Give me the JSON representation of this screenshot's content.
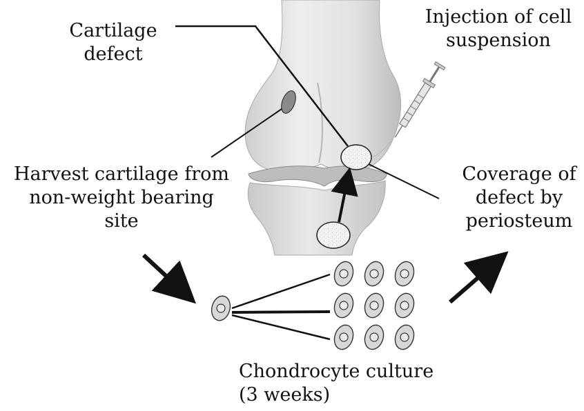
{
  "labels": {
    "cartilage_defect": [
      "Cartilage",
      "defect"
    ],
    "injection": [
      "Injection of cell",
      "suspension"
    ],
    "harvest": [
      "Harvest cartilage from",
      "non-weight bearing",
      "site"
    ],
    "coverage": [
      "Coverage of",
      "defect by",
      "periosteum"
    ],
    "culture": [
      "Chondrocyte culture",
      "(3 weeks)"
    ]
  },
  "colors": {
    "line": "#111111",
    "cell_fill": "#d8d8d8",
    "cell_stroke": "#333333",
    "bone_light": "#efefef",
    "bone_mid": "#d0d0d0",
    "bone_dark": "#9a9a9a",
    "defect_fill": "#8a8a8a",
    "periosteum_fill": "#f4f4f4"
  },
  "culture_grid": {
    "rows": 3,
    "cols": 3
  }
}
